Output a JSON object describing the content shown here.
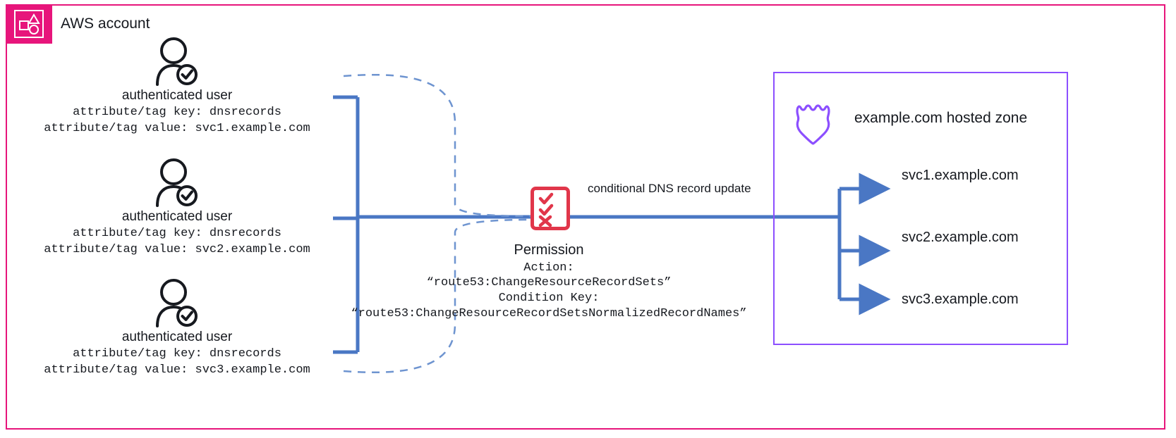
{
  "account": {
    "label": "AWS account",
    "icon": "aws-account-icon",
    "border_color": "#E7157B"
  },
  "users": [
    {
      "icon": "authenticated-user-icon",
      "title": "authenticated user",
      "attr_key": "attribute/tag key: dnsrecords",
      "attr_value": "attribute/tag value: svc1.example.com"
    },
    {
      "icon": "authenticated-user-icon",
      "title": "authenticated user",
      "attr_key": "attribute/tag key: dnsrecords",
      "attr_value": "attribute/tag value: svc2.example.com"
    },
    {
      "icon": "authenticated-user-icon",
      "title": "authenticated user",
      "attr_key": "attribute/tag key: dnsrecords",
      "attr_value": "attribute/tag value: svc3.example.com"
    }
  ],
  "permission": {
    "icon": "permission-checklist-icon",
    "title": "Permission",
    "action_label": "Action:",
    "action_value": "“route53:ChangeResourceRecordSets”",
    "condition_label": "Condition Key:",
    "condition_value": "“route53:ChangeResourceRecordSetsNormalizedRecordNames”",
    "icon_color": "#E1364A"
  },
  "edge": {
    "label": "conditional DNS record update",
    "color": "#4A77C4"
  },
  "hosted_zone": {
    "icon": "route53-hosted-zone-icon",
    "label": "example.com hosted zone",
    "border_color": "#8C4FFF",
    "records": [
      "svc1.example.com",
      "svc2.example.com",
      "svc3.example.com"
    ]
  }
}
